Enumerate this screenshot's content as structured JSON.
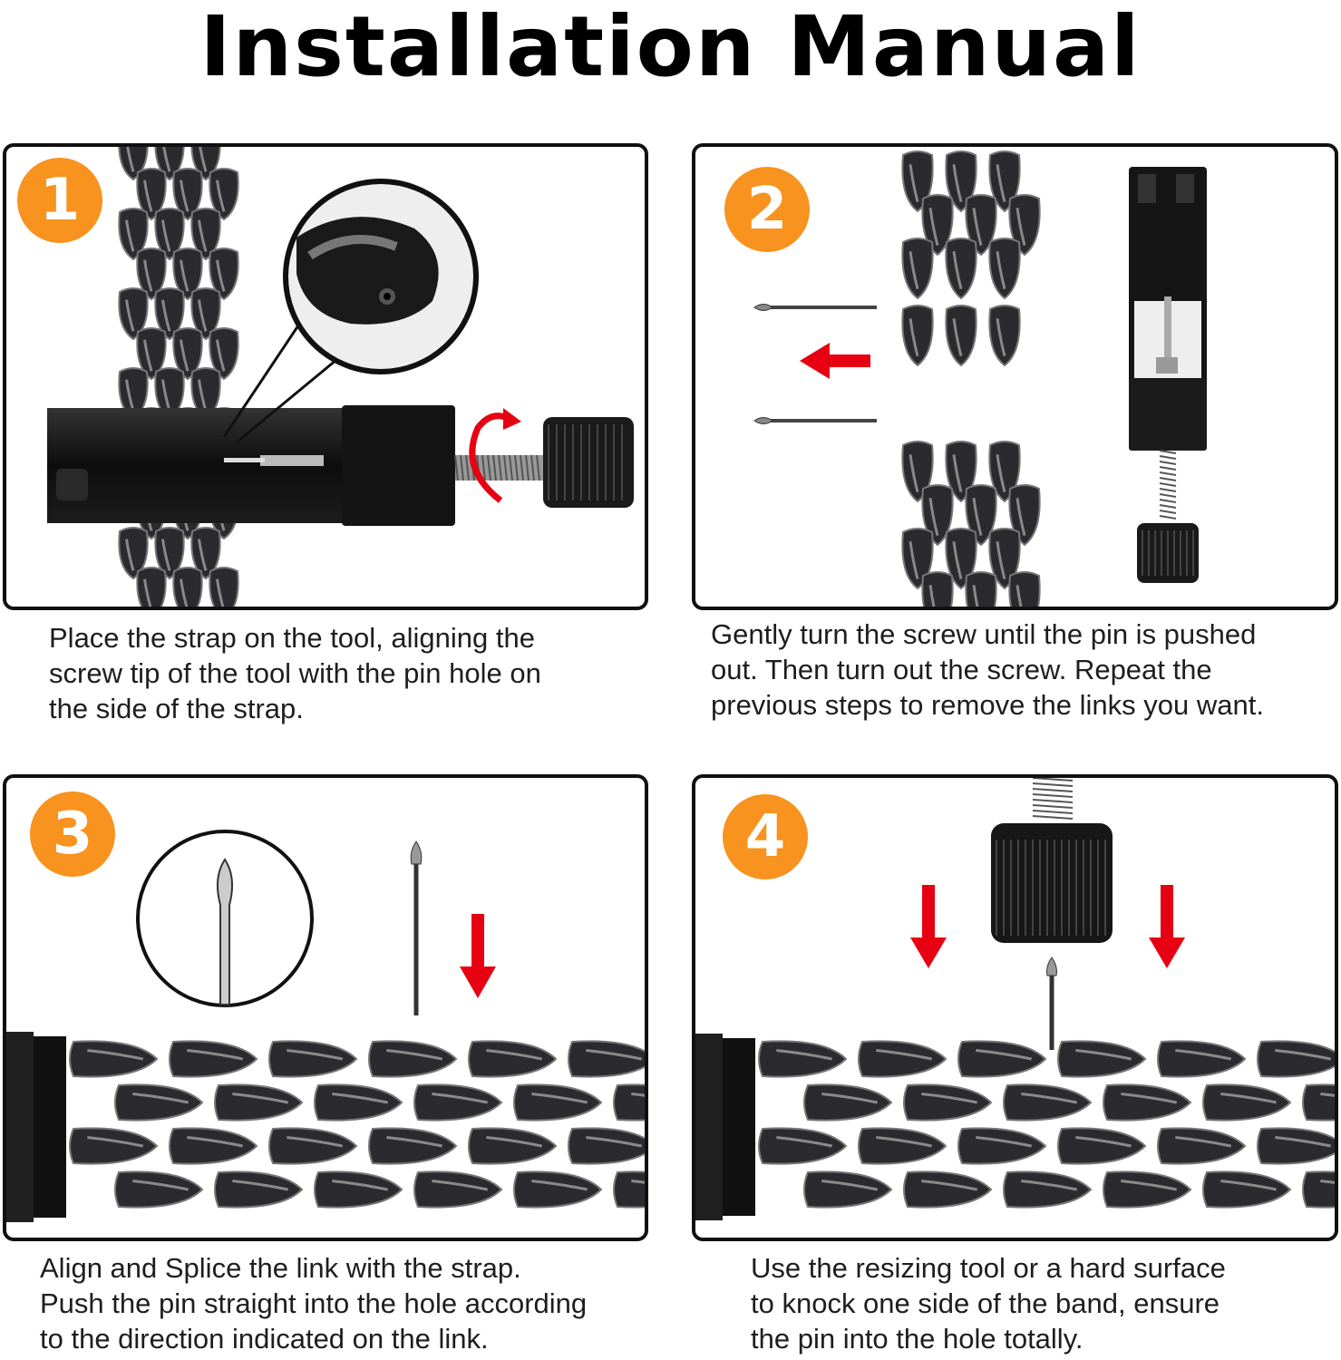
{
  "title": "Installation Manual",
  "colors": {
    "badge": "#f7931e",
    "arrow": "#e60012",
    "metal": "#2b2b2f",
    "border": "#111111"
  },
  "steps": [
    {
      "number": "1",
      "caption": [
        "Place the strap on the tool, aligning the",
        "screw tip of the tool with the pin hole on",
        "the side of the strap."
      ],
      "icons": [
        "strap-link-icon",
        "magnifier-circle-icon",
        "pin-tool-icon",
        "rotate-arrow-icon"
      ]
    },
    {
      "number": "2",
      "caption": [
        "Gently turn the screw until the pin is pushed",
        "out. Then turn out the screw. Repeat the",
        "previous steps to remove the links you want."
      ],
      "icons": [
        "pin-icon",
        "left-arrow-icon",
        "strap-link-icon",
        "pin-tool-icon"
      ]
    },
    {
      "number": "3",
      "caption": [
        "Align and Splice the link with the strap.",
        "Push the pin straight into the hole according",
        "to the direction indicated on the link."
      ],
      "icons": [
        "pin-closeup-circle-icon",
        "pin-icon",
        "down-arrow-icon",
        "strap-band-icon"
      ]
    },
    {
      "number": "4",
      "caption": [
        "Use the resizing tool or a hard surface",
        "to knock one side of the band, ensure",
        "the pin into the hole totally."
      ],
      "icons": [
        "screw-knob-icon",
        "down-arrow-icon",
        "pin-icon",
        "strap-band-icon"
      ]
    }
  ]
}
